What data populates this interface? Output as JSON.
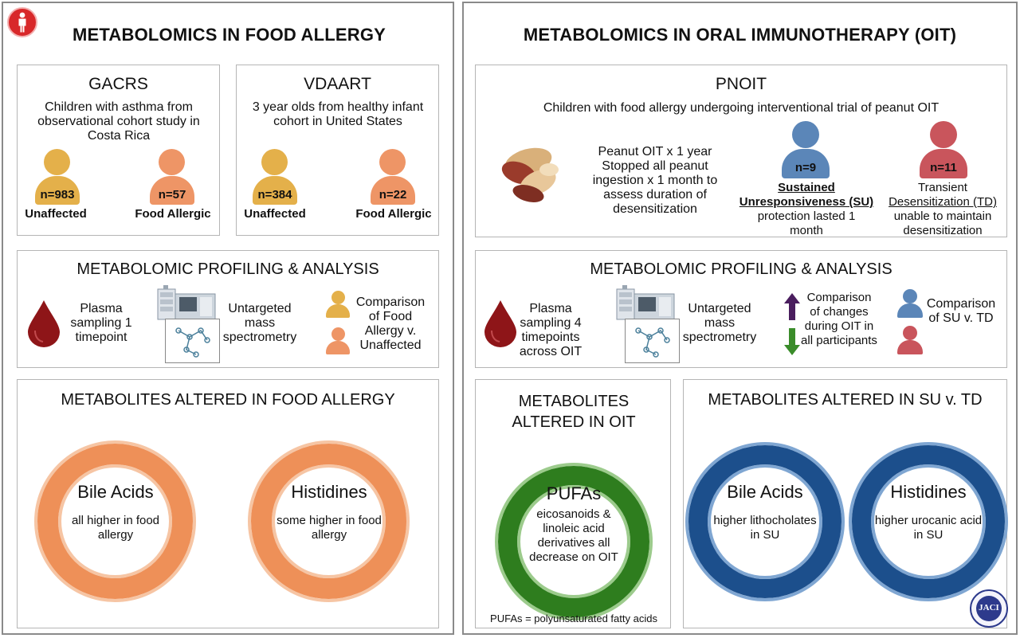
{
  "left": {
    "title": "METABOLOMICS IN FOOD ALLERGY",
    "gacrs": {
      "title": "GACRS",
      "desc": "Children with asthma from observational cohort study in Costa Rica",
      "unaffected_n": "n=983",
      "unaffected_label": "Unaffected",
      "allergic_n": "n=57",
      "allergic_label": "Food Allergic"
    },
    "vdaart": {
      "title": "VDAART",
      "desc": "3 year olds from healthy infant cohort in United States",
      "unaffected_n": "n=384",
      "unaffected_label": "Unaffected",
      "allergic_n": "n=22",
      "allergic_label": "Food Allergic"
    },
    "profiling": {
      "title": "METABOLOMIC PROFILING & ANALYSIS",
      "plasma": "Plasma sampling 1 timepoint",
      "ms": "Untargeted mass spectrometry",
      "comparison": "Comparison of Food Allergy v. Unaffected"
    },
    "altered": {
      "title": "METABOLITES ALTERED IN FOOD ALLERGY",
      "ring1_title": "Bile Acids",
      "ring1_text": "all higher in food allergy",
      "ring2_title": "Histidines",
      "ring2_text": "some higher in food allergy"
    }
  },
  "right": {
    "title": "METABOLOMICS IN ORAL IMMUNOTHERAPY (OIT)",
    "pnoit": {
      "title": "PNOIT",
      "desc": "Children with food allergy undergoing interventional trial of peanut OIT",
      "protocol": "Peanut OIT x 1 year Stopped all peanut ingestion x 1 month to assess duration of desensitization",
      "su_n": "n=9",
      "su_label": "Sustained Unresponsiveness (SU)",
      "su_desc": "protection lasted 1 month",
      "td_n": "n=11",
      "td_label1": "Transient",
      "td_label2": "Desensitization (TD)",
      "td_desc": "unable to maintain desensitization"
    },
    "profiling": {
      "title": "METABOLOMIC PROFILING & ANALYSIS",
      "plasma": "Plasma sampling 4 timepoints across OIT",
      "ms": "Untargeted mass spectrometry",
      "changes": "Comparison of changes during OIT in all participants",
      "comparison": "Comparison of SU v. TD"
    },
    "oit": {
      "title": "METABOLITES ALTERED IN OIT",
      "ring_title": "PUFAs",
      "ring_text": "eicosanoids & linoleic acid derivatives all decrease on OIT",
      "footnote": "PUFAs = polyunsaturated fatty acids"
    },
    "suvtd": {
      "title": "METABOLITES ALTERED IN SU v. TD",
      "ring1_title": "Bile Acids",
      "ring1_text": "higher lithocholates in SU",
      "ring2_title": "Histidines",
      "ring2_text": "higher urocanic acid in SU"
    },
    "logo_text": "JACI"
  },
  "colors": {
    "yellow": "#E4B04A",
    "orange": "#EE9566",
    "ring_orange": "#EE9058",
    "green": "#2E7D1E",
    "blue": "#1C4F8C",
    "steel_blue": "#5B86B8",
    "rose": "#C9555C",
    "blood": "#8E1518",
    "purple": "#4A1E5E",
    "arrow_green": "#3A8C2A"
  }
}
